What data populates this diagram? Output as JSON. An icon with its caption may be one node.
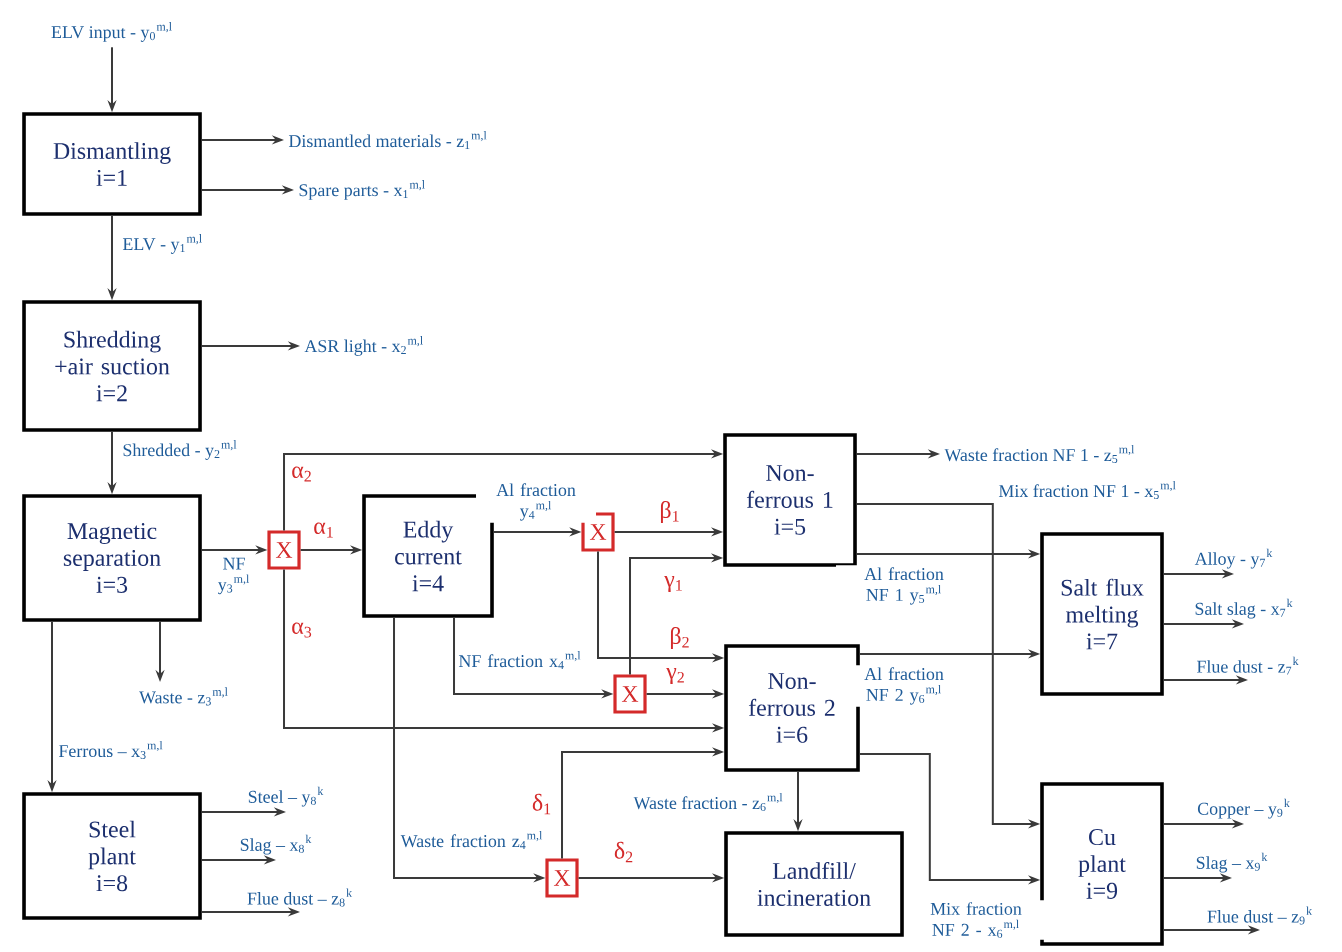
{
  "diagram": {
    "nodes": [
      {
        "text": [
          "ELV input - y$_{0}$$^{m,l}$"
        ]
      },
      {
        "text": [
          "Dismantling",
          "i=1"
        ]
      },
      {
        "text": [
          "Dismantled materials - z$_{1}$$^{m,l}$"
        ]
      },
      {
        "text": [
          "Spare parts - x$_{1}$$^{m,l}$"
        ]
      },
      {
        "text": [
          "Shredding +air suction",
          "i=2"
        ]
      },
      {
        "text": [
          "ASR light - x$_{2}$$^{m,l}$"
        ]
      },
      {
        "text": [
          "Waste fraction NF 1 - z$_{5}$$^{m,l}$"
        ]
      },
      {
        "text": [
          "Non-ferrous 1",
          "i=5"
        ]
      },
      {
        "text": [
          "Magnetic separation",
          "i=3"
        ]
      },
      {
        "text": [
          "X"
        ]
      },
      {
        "text": [
          "Eddy current",
          "i=4"
        ]
      },
      {
        "text": [
          "X"
        ]
      },
      {
        "text": [
          "Salt flux melting",
          "i=7"
        ]
      },
      {
        "text": [
          "Alloy - y$_{7}$$^{k}$"
        ]
      },
      {
        "text": [
          "Salt slag - x$_{7}$$^{k}$"
        ]
      },
      {
        "text": [
          "Flue dust - z$_{7}$$^{k}$"
        ]
      },
      {
        "text": [
          "Non-ferrous 2",
          "i=6"
        ]
      },
      {
        "text": [
          "X"
        ]
      },
      {
        "text": [
          "Waste - z$_{3}$$^{m,l}$"
        ]
      },
      {
        "text": [
          "Steel plant",
          "i=8"
        ]
      },
      {
        "text": [
          "Steel – y$_{8}$$^{k}$"
        ]
      },
      {
        "text": [
          "Slag – x$_{8}$$^{k}$"
        ]
      },
      {
        "text": [
          "Flue dust – z$_{8}$$^{k}$"
        ]
      },
      {
        "text": [
          "Cu plant",
          "i=9"
        ]
      },
      {
        "text": [
          "Copper – y$_{9}$$^{k}$"
        ]
      },
      {
        "text": [
          "Slag – x$_{9}$$^{k}$"
        ]
      },
      {
        "text": [
          "Flue dust – z$_{9}$$^{k}$"
        ]
      },
      {
        "text": [
          "X"
        ]
      },
      {
        "text": [
          "Landfill/ incineration"
        ]
      }
    ],
    "edges": [
      {
        "from": 0,
        "to": 1,
        "arrow": "to"
      },
      {
        "from": 1,
        "to": 2,
        "arrow": "to"
      },
      {
        "from": 1,
        "to": 3,
        "arrow": "to"
      },
      {
        "from": 1,
        "to": 4,
        "arrow": "to",
        "label": "ELV - y$_{1}$$^{m,l}$"
      },
      {
        "from": 4,
        "to": 5,
        "arrow": "to"
      },
      {
        "from": 4,
        "to": 8,
        "arrow": "to",
        "label": "Shredded - y$_{2}$$^{m,l}$"
      },
      {
        "from": 8,
        "to": 9,
        "arrow": "to",
        "label": "NF y$_{3}$$^{m,l}$"
      },
      {
        "from": 9,
        "to": 10,
        "arrow": "to",
        "label": "α$_{1}$"
      },
      {
        "from": 9,
        "to": 7,
        "arrow": "to",
        "label": "α$_{2}$"
      },
      {
        "from": 9,
        "to": 16,
        "arrow": "to",
        "label": "α$_{3}$"
      },
      {
        "from": 10,
        "to": 11,
        "arrow": "to",
        "label": "Al fraction y$_{4}$$^{m,l}$"
      },
      {
        "from": 11,
        "to": 7,
        "arrow": "to",
        "label": "β$_{1}$"
      },
      {
        "from": 11,
        "to": 16,
        "arrow": "to",
        "label": "β$_{2}$"
      },
      {
        "from": 10,
        "to": 17,
        "arrow": "to",
        "label": "NF fraction x$_{4}$$^{m,l}$"
      },
      {
        "from": 17,
        "to": 16,
        "arrow": "to",
        "label": "γ$_{2}$"
      },
      {
        "from": 17,
        "to": 7,
        "arrow": "to",
        "label": "γ$_{1}$"
      },
      {
        "from": 10,
        "to": 27,
        "arrow": "to",
        "label": "Waste fraction z$_{4}$$^{m,l}$"
      },
      {
        "from": 27,
        "to": 16,
        "arrow": "to",
        "label": "δ$_{1}$"
      },
      {
        "from": 27,
        "to": 28,
        "arrow": "to",
        "label": "δ$_{2}$"
      },
      {
        "from": 16,
        "to": 28,
        "arrow": "to",
        "label": "Waste fraction - z$_{6}$$^{m,l}$"
      },
      {
        "from": 8,
        "to": 18,
        "arrow": "to"
      },
      {
        "from": 8,
        "to": 19,
        "arrow": "to",
        "label": "Ferrous – x$_{3}$$^{m,l}$"
      },
      {
        "from": 19,
        "to": 20,
        "arrow": "to"
      },
      {
        "from": 19,
        "to": 21,
        "arrow": "to"
      },
      {
        "from": 19,
        "to": 22,
        "arrow": "to"
      },
      {
        "from": 7,
        "to": 6,
        "arrow": "to"
      },
      {
        "from": 7,
        "to": 12,
        "arrow": "to",
        "label": "Al fraction NF 1 y$_{5}$$^{m,l}$"
      },
      {
        "from": 7,
        "to": 23,
        "arrow": "to",
        "label": "Mix fraction NF 1 - x$_{5}$$^{m,l}$"
      },
      {
        "from": 16,
        "to": 12,
        "arrow": "to",
        "label": "Al fraction NF 2 y$_{6}$$^{m,l}$"
      },
      {
        "from": 16,
        "to": 23,
        "arrow": "to",
        "label": "Mix fraction NF 2 - x$_{6}$$^{m,l}$"
      },
      {
        "from": 12,
        "to": 13,
        "arrow": "to"
      },
      {
        "from": 12,
        "to": 14,
        "arrow": "to"
      },
      {
        "from": 12,
        "to": 15,
        "arrow": "to"
      },
      {
        "from": 23,
        "to": 24,
        "arrow": "to"
      },
      {
        "from": 23,
        "to": 25,
        "arrow": "to"
      },
      {
        "from": 23,
        "to": 26,
        "arrow": "to"
      }
    ]
  }
}
